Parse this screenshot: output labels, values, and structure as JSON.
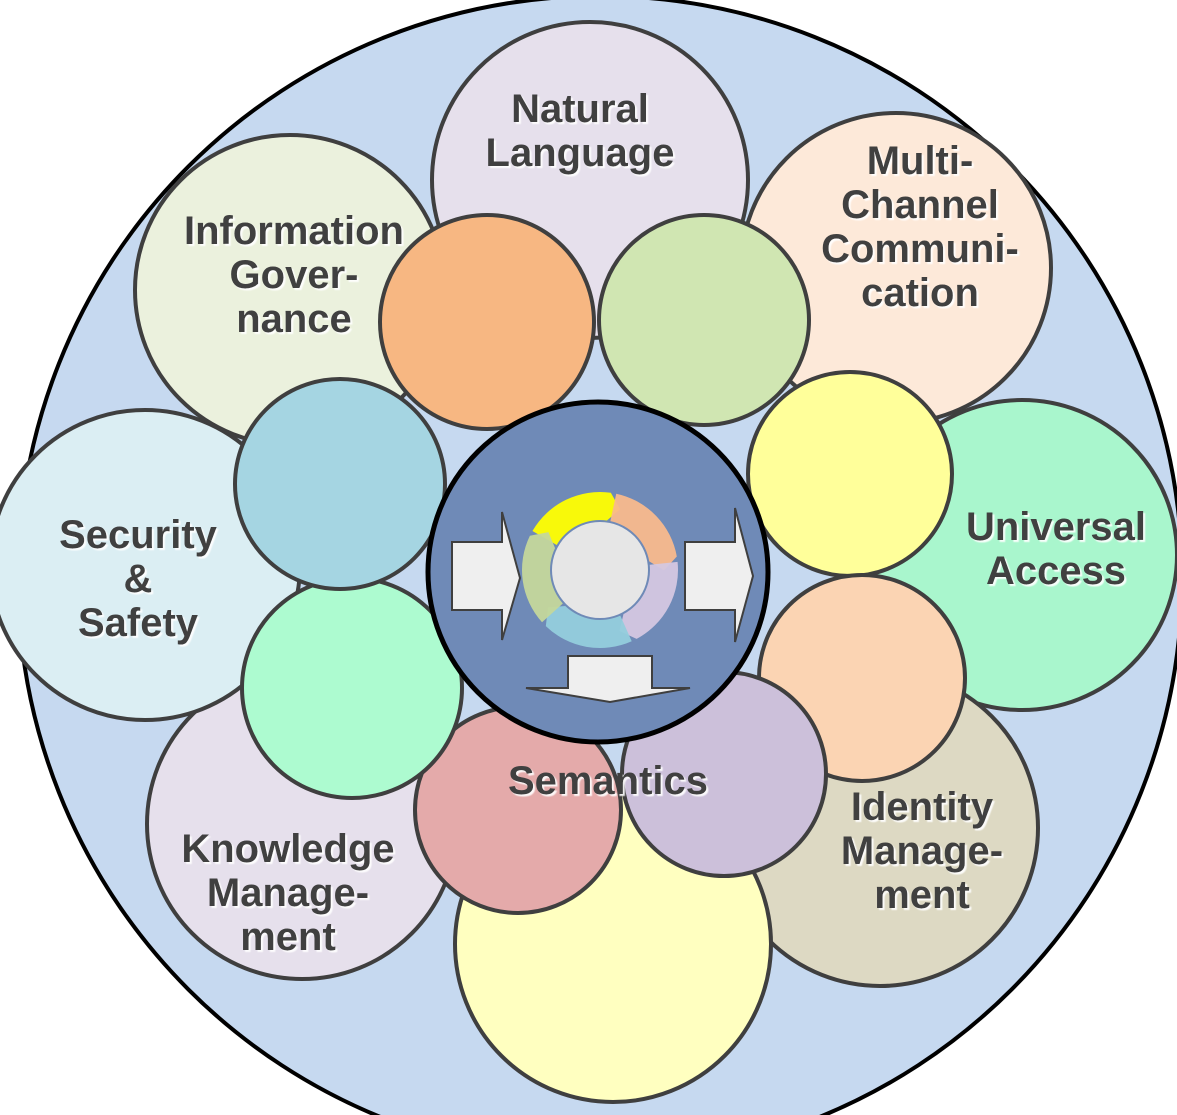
{
  "petals": [
    {
      "id": "natural-language",
      "lines": [
        "Natural",
        "Language"
      ],
      "color": "#e6e0ec"
    },
    {
      "id": "multi-channel-communication",
      "lines": [
        "Multi-",
        "Channel",
        "Communi-",
        "cation"
      ],
      "color": "#fde9d9"
    },
    {
      "id": "universal-access",
      "lines": [
        "Universal",
        "Access"
      ],
      "color": "#a9f6cd"
    },
    {
      "id": "identity-management",
      "lines": [
        "Identity",
        "Manage-",
        "ment"
      ],
      "color": "#ddd9c3"
    },
    {
      "id": "semantics",
      "lines": [
        "Semantics"
      ],
      "color": "#ffffc0"
    },
    {
      "id": "knowledge-management",
      "lines": [
        "Knowledge",
        "Manage-",
        "ment"
      ],
      "color": "#e6e0ec"
    },
    {
      "id": "security-safety",
      "lines": [
        "Security",
        "&",
        "Safety"
      ],
      "color": "#dbeef3"
    },
    {
      "id": "information-governance",
      "lines": [
        "Information",
        "Gover-",
        "nance"
      ],
      "color": "#ebf1dd"
    }
  ],
  "connectors": [
    {
      "id": "orange",
      "color": "#f7b782"
    },
    {
      "id": "green",
      "color": "#d0e6b2"
    },
    {
      "id": "yellow",
      "color": "#ffff9a"
    },
    {
      "id": "peach",
      "color": "#fbd4b3"
    },
    {
      "id": "lavender",
      "color": "#ccc0da"
    },
    {
      "id": "rose",
      "color": "#e4aaaa"
    },
    {
      "id": "mint",
      "color": "#adfbd0"
    },
    {
      "id": "teal",
      "color": "#a5d5e2"
    }
  ],
  "colors": {
    "outer_fill": "#c6d9f0",
    "hub_fill": "#6f8ab7",
    "arrow_fill": "#efefef",
    "cycle_segments": [
      "#ffff00",
      "#f8b98c",
      "#d4c7e0",
      "#93cddc",
      "#c4d79b"
    ]
  }
}
